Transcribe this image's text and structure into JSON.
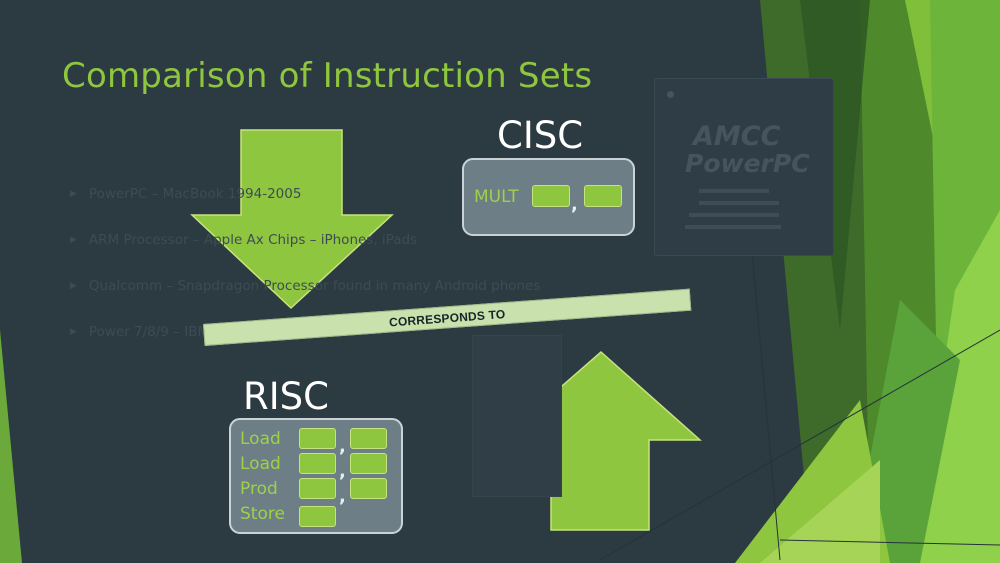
{
  "slide": {
    "title": "Comparison of Instruction Sets"
  },
  "background_bullets": [
    "PowerPC – MacBook 1994-2005",
    "ARM Processor – Apple Ax Chips – iPhones, iPads",
    "Qualcomm – Snapdragon Processor found in many Android phones",
    "Power 7/8/9 – IBM servers"
  ],
  "chip_photo": {
    "brand": "AMCC",
    "model": "PowerPC"
  },
  "cisc": {
    "heading": "CISC",
    "op": "MULT",
    "separator": ","
  },
  "risc": {
    "heading": "RISC",
    "ops": [
      "Load",
      "Load",
      "Prod",
      "Store"
    ],
    "separator": ","
  },
  "band_label": "CORRESPONDS TO",
  "colors": {
    "background": "#2c3a42",
    "accent_green": "#8fc63f",
    "box_gray": "#6d7e86",
    "band": "#c9e2ad"
  }
}
